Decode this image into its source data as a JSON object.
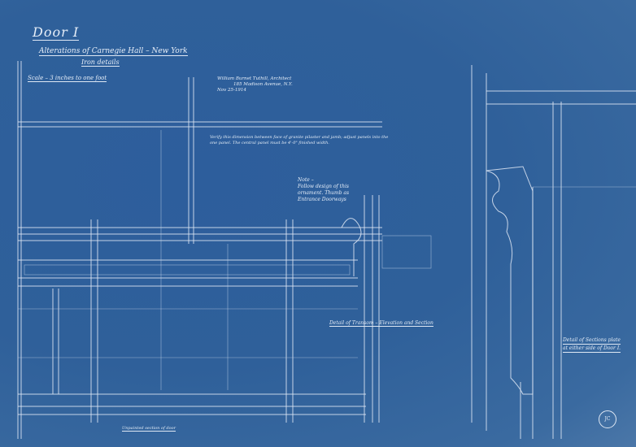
{
  "drawing": {
    "title": "Door I",
    "subtitle": "Alterations of Carnegie Hall – New York",
    "subject": "Iron details",
    "scale": "Scale – 3 inches to one foot",
    "architect_line1": "William Burnet Tuthill, Architect",
    "architect_line2": "185 Madison Avenue, N.Y.",
    "date": "Nov 25-1914",
    "note_dimension": "Verify this dimension between face of granite pilaster and jamb; adjust panels into the one panel. The central panel must be 4'-0\" finished width.",
    "note_ornament_1": "Note –",
    "note_ornament_2": "Follow design of this",
    "note_ornament_3": "ornament. Thumb as",
    "note_ornament_4": "Entrance Doorways",
    "transom_label": "Detail of Transom – Elevation and Section",
    "section_label_1": "Detail of Sections plate",
    "section_label_2": "at either side of Door I.",
    "bottom_label": "Unpainted section of door",
    "stamp": "JC"
  },
  "colors": {
    "paper": "#2f5f9a",
    "ink": "#e6eef8"
  }
}
